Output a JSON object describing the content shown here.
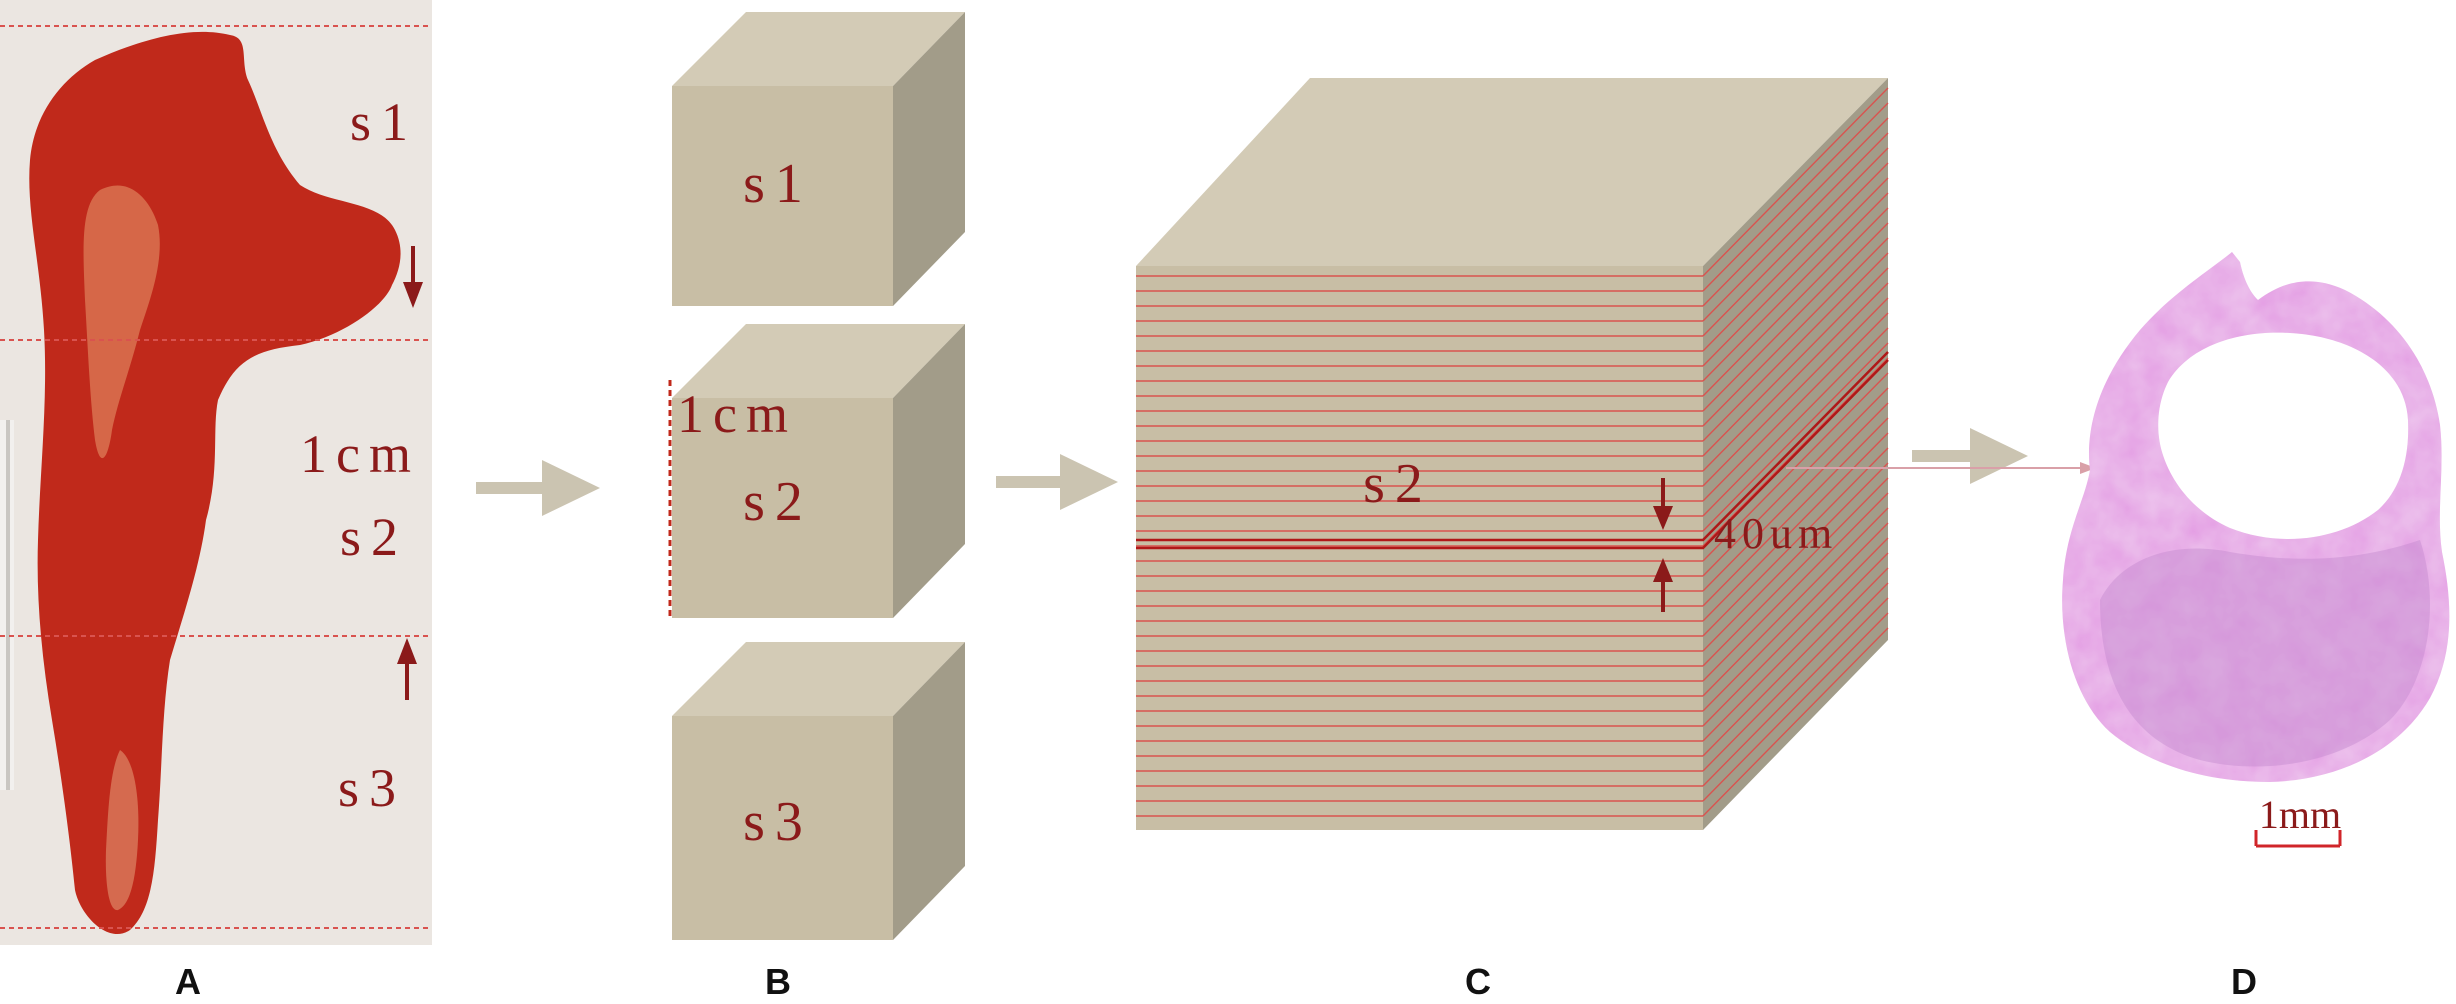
{
  "colors": {
    "cube_top": "#d3cbb6",
    "cube_front": "#c8bea5",
    "cube_side": "#a29c89",
    "arrow": "#cbc4b1",
    "label": "#8b1a1a",
    "slice_line": "#d9534f",
    "specimen": "#c0291b",
    "tissue": "#e39ae3",
    "panel_letter": "#111111"
  },
  "panels": [
    {
      "id": "A",
      "letter": "A"
    },
    {
      "id": "B",
      "letter": "B"
    },
    {
      "id": "C",
      "letter": "C"
    },
    {
      "id": "D",
      "letter": "D"
    }
  ],
  "panel_a": {
    "segments": [
      "s1",
      "s2",
      "s3"
    ],
    "length_label": "1cm"
  },
  "panel_b": {
    "cubes": [
      "s1",
      "s2",
      "s3"
    ],
    "length_label": "1cm"
  },
  "panel_c": {
    "cube_label": "s2",
    "thickness_label": "40um"
  },
  "panel_d": {
    "scale_label": "1mm"
  }
}
